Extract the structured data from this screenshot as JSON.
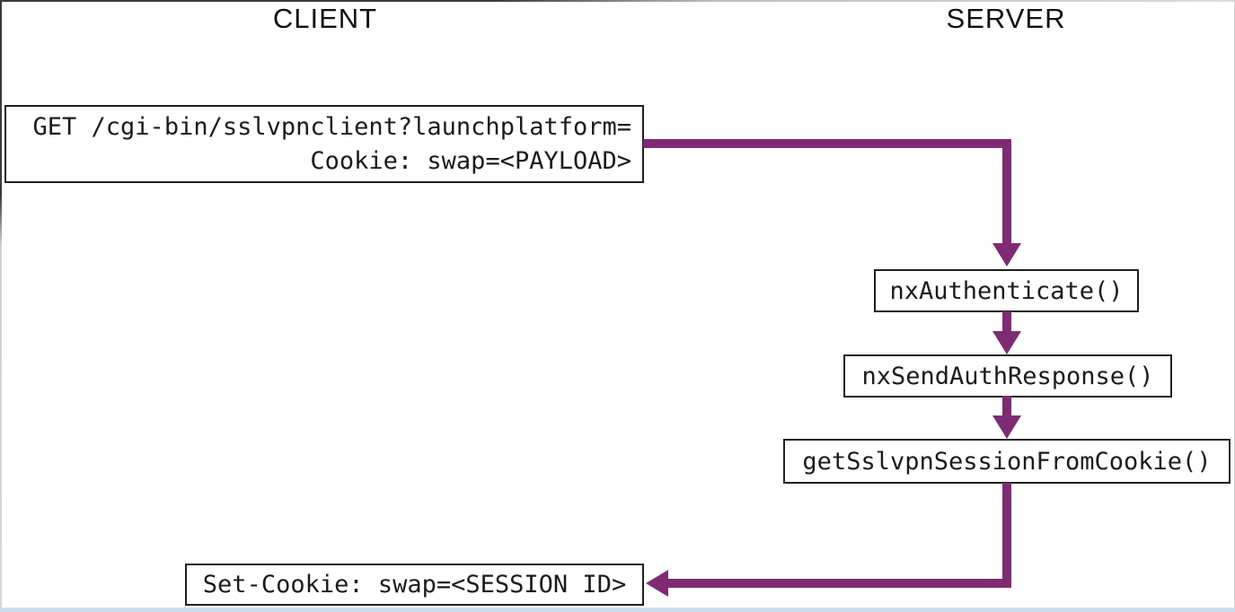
{
  "diagram": {
    "title_labels": {
      "client": "CLIENT",
      "server": "SERVER"
    },
    "request_box": {
      "line1": "GET /cgi-bin/sslvpnclient?launchplatform=",
      "line2": "Cookie: swap=<PAYLOAD>"
    },
    "server_functions": [
      {
        "label": "nxAuthenticate()"
      },
      {
        "label": "nxSendAuthResponse()"
      },
      {
        "label": "getSslvpnSessionFromCookie()"
      }
    ],
    "response_box": {
      "label": "Set-Cookie: swap=<SESSION ID>"
    },
    "colors": {
      "arrow": "#7e2b74",
      "box_border": "#1f1f1f",
      "text": "#1b1b1b",
      "bottom_strip": "#ccdcee"
    }
  }
}
